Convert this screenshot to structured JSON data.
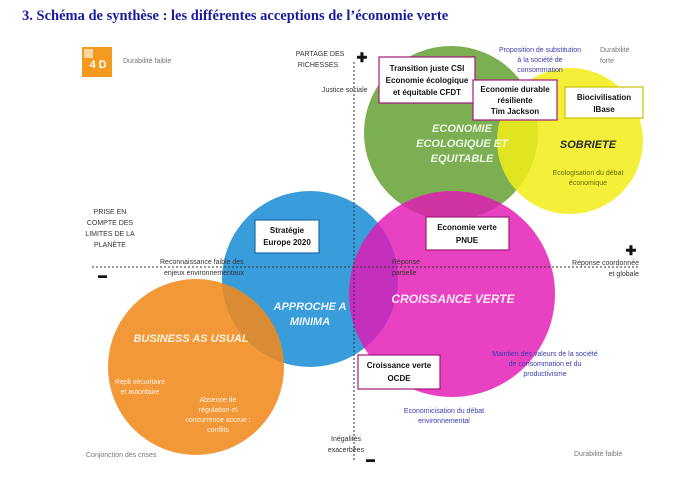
{
  "title": "3. Schéma de synthèse : les différentes acceptions de l’économie verte",
  "logo": {
    "text": "4 D"
  },
  "colors": {
    "title": "#1a1a9e",
    "green": "#6aa33a",
    "yellow": "#f2ee1a",
    "blue": "#1f8fd6",
    "magenta": "#e318b4",
    "orange": "#f08a1c",
    "axis": "#333333",
    "label_blue": "#3b3bb0"
  },
  "corners": {
    "top_left": "Durabilité faible",
    "top_right": [
      "Durabilité",
      "forte"
    ],
    "bottom_left": "Conjonction des crises",
    "bottom_right": "Durabilité faible"
  },
  "axes": {
    "top": [
      "PARTAGE DES",
      "RICHESSES"
    ],
    "left": [
      "PRISE EN",
      "COMPTE DES",
      "LIMITES DE LA",
      "PLANÈTE"
    ],
    "plus": "✚",
    "minus": "▬",
    "top_inner": "Justice sociale",
    "bottom": [
      "Inégalités",
      "exacerbées"
    ],
    "left_inner": [
      "Reconnaissance faible des",
      "enjeux environnementaux"
    ],
    "center": [
      "Réponse",
      "partielle"
    ],
    "right_inner": [
      "Réponse coordonnée",
      "et globale"
    ]
  },
  "circles": {
    "green": [
      "ECONOMIE",
      "ECOLOGIQUE ET",
      "EQUITABLE"
    ],
    "yellow": "SOBRIETE",
    "blue": [
      "APPROCHE A",
      "MINIMA"
    ],
    "magenta": "CROISSANCE VERTE",
    "orange": "BUSINESS AS USUAL"
  },
  "boxes": {
    "csi": [
      "Transition juste CSI",
      "Economie écologique",
      "et équitable CFDT"
    ],
    "jackson": [
      "Economie durable",
      "résiliente",
      "Tim Jackson"
    ],
    "ibase": [
      "Biocivilisation",
      "IBase"
    ],
    "europe": [
      "Stratégie",
      "Europe 2020"
    ],
    "pnue": [
      "Economie verte",
      "PNUE"
    ],
    "ocde": [
      "Croissance verte",
      "OCDE"
    ]
  },
  "notes": {
    "substitution": [
      "Proposition de substitution",
      "à la société de",
      "consommation"
    ],
    "sobriete": [
      "Ecologisation du débat",
      "économique"
    ],
    "maintien": [
      "Maintien des valeurs de la société",
      "de consommation et du",
      "productivisme"
    ],
    "ecologisation": [
      "Economicisation du débat",
      "environnemental"
    ],
    "repli": [
      "Repli sécuritaire",
      "et autoritaire"
    ],
    "absence": [
      "Absence de",
      "régulation et",
      "concurrence accrue :",
      "conflits"
    ]
  }
}
